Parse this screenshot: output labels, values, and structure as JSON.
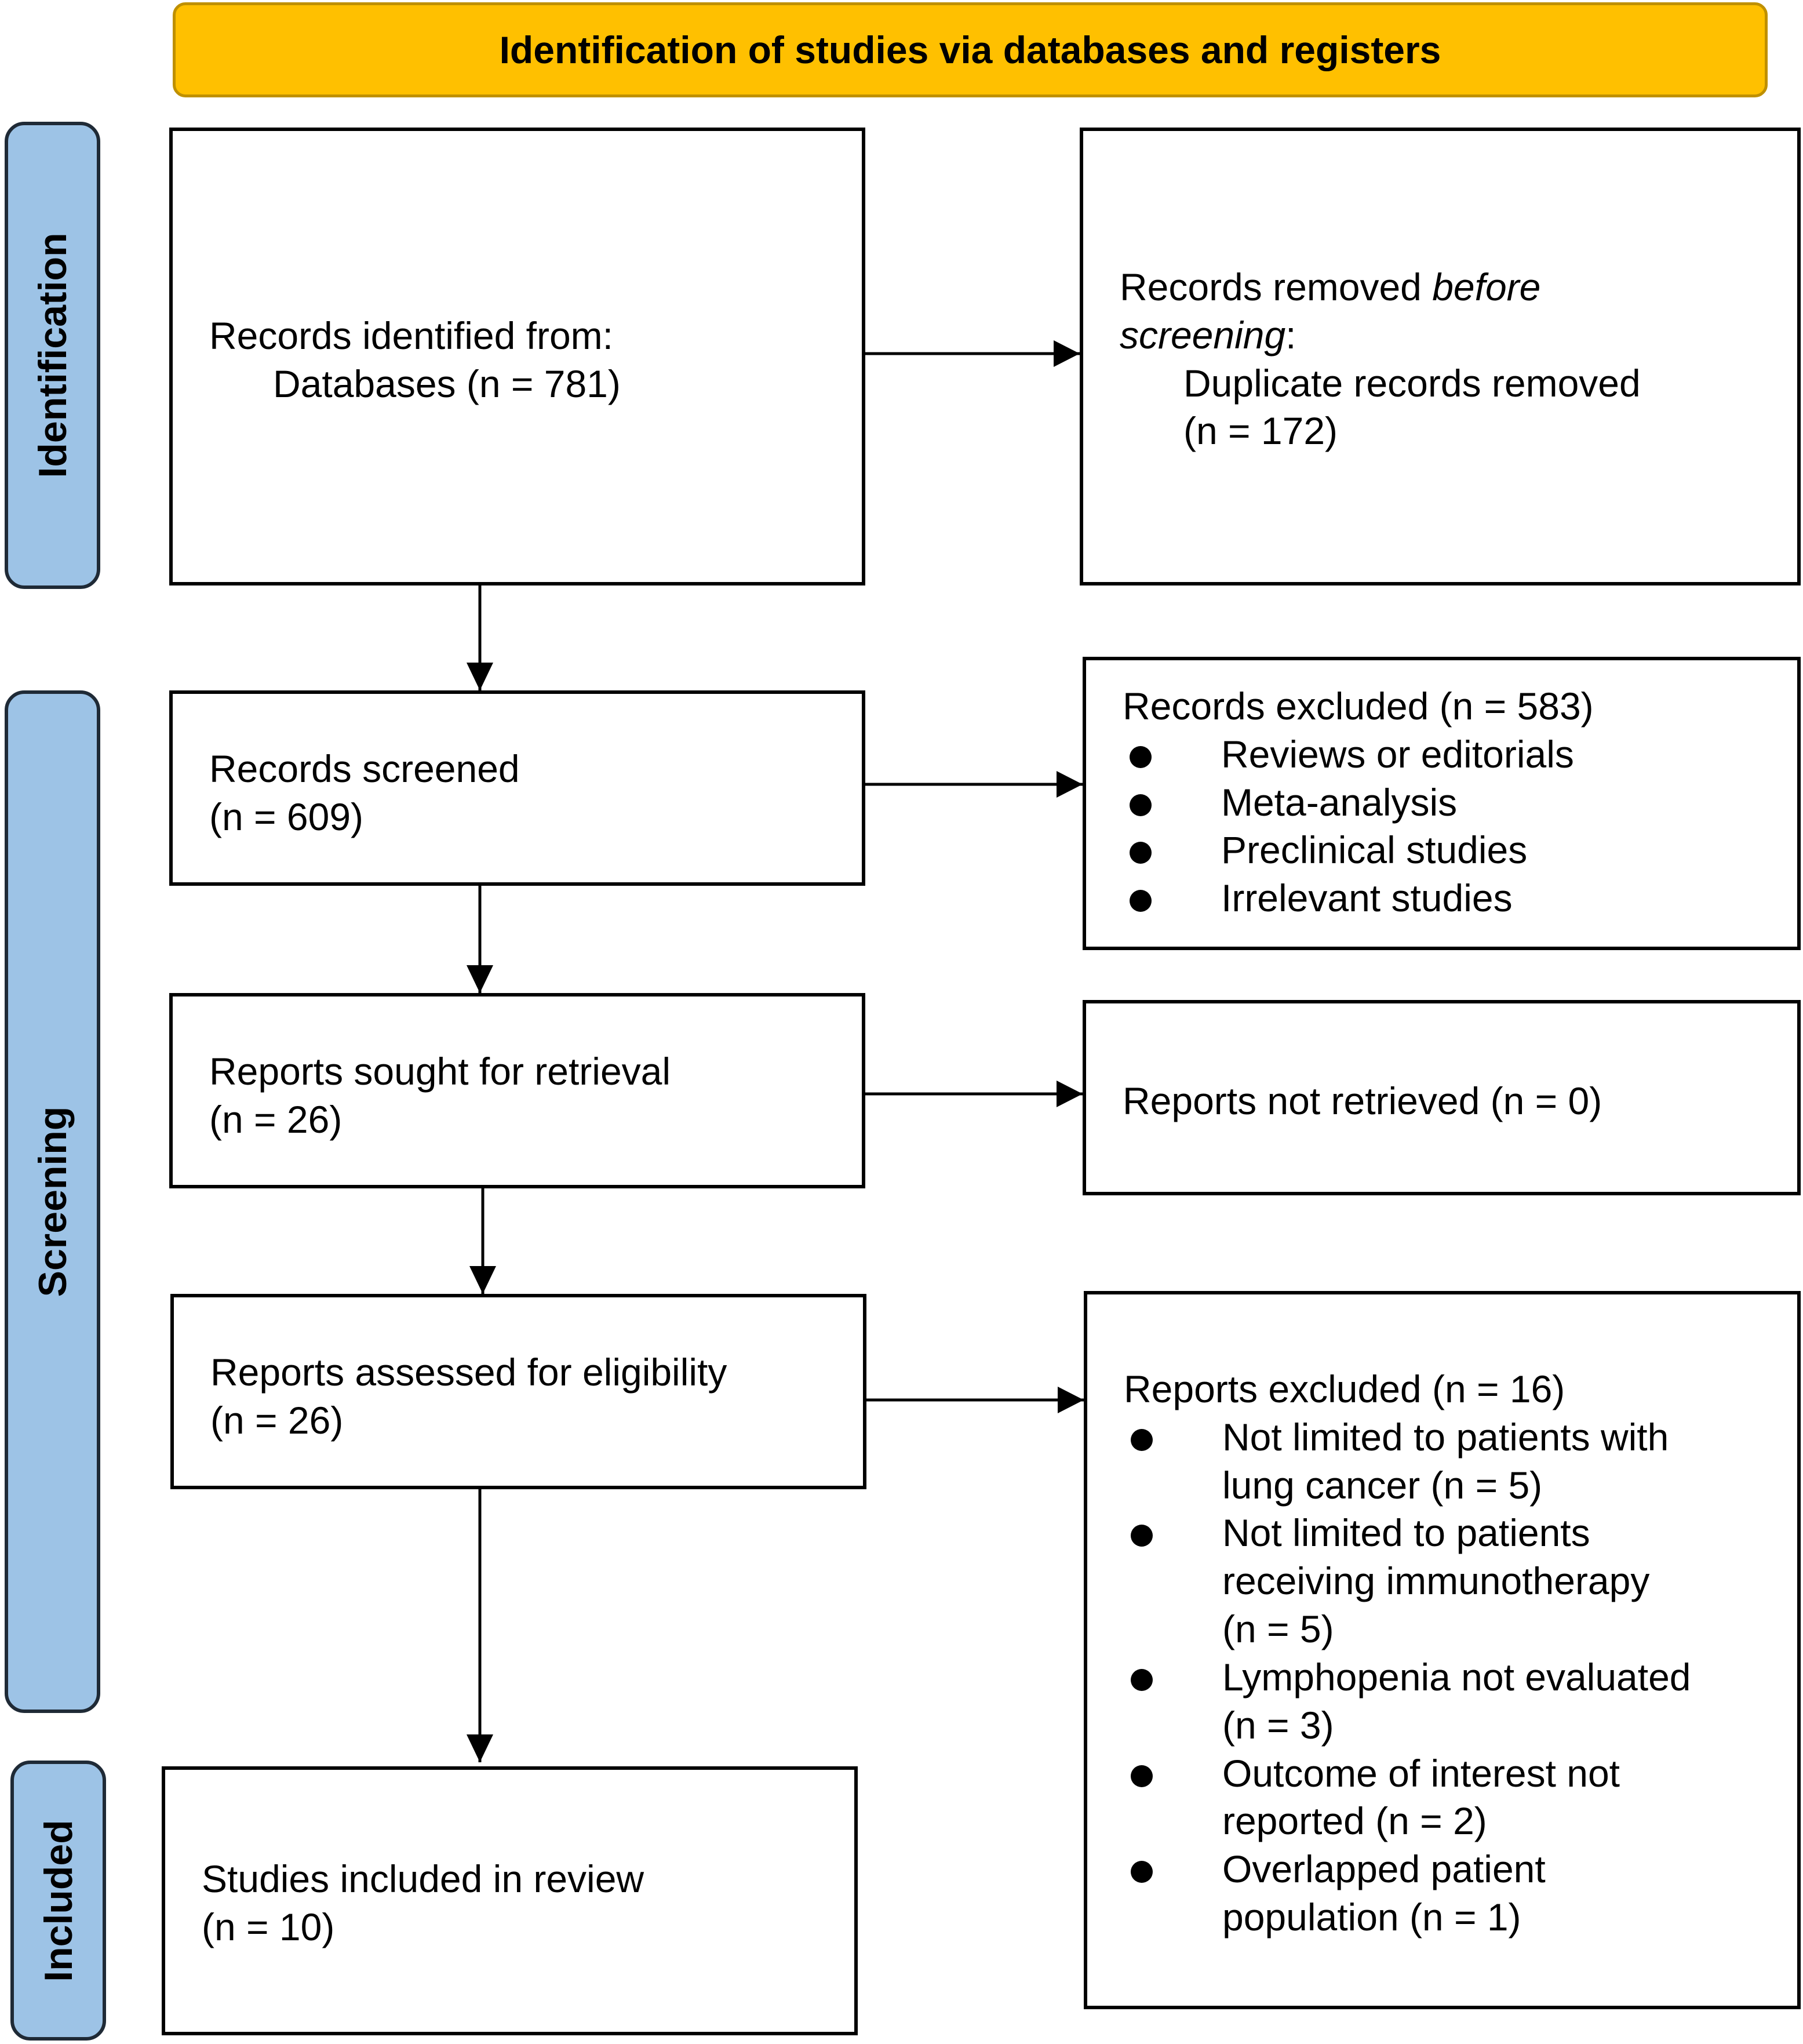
{
  "header": {
    "title": "Identification of studies via databases and registers"
  },
  "phases": {
    "identification": "Identification",
    "screening": "Screening",
    "included": "Included"
  },
  "boxes": {
    "records_identified": {
      "line1": "Records identified from:",
      "line2": "Databases (n = 781)"
    },
    "records_removed": {
      "line1_prefix": "Records removed ",
      "line1_italic": "before",
      "line2_italic": "screening",
      "line2_suffix": ":",
      "line3": "Duplicate records removed",
      "line4": "(n = 172)"
    },
    "records_screened": {
      "line1": "Records screened",
      "line2": "(n = 609)"
    },
    "records_excluded": {
      "title": "Records excluded (n = 583)",
      "items": [
        "Reviews or editorials",
        "Meta-analysis",
        "Preclinical studies",
        "Irrelevant studies"
      ]
    },
    "reports_sought": {
      "line1": "Reports sought for retrieval",
      "line2": "(n = 26)"
    },
    "reports_not_retrieved": {
      "line1": "Reports not retrieved (n = 0)"
    },
    "reports_assessed": {
      "line1": "Reports assessed for eligibility",
      "line2": "(n = 26)"
    },
    "reports_excluded": {
      "title": "Reports excluded (n = 16)",
      "items": [
        [
          "Not limited to patients with",
          "lung cancer (n = 5)"
        ],
        [
          "Not limited to patients",
          "receiving immunotherapy",
          "(n = 5)"
        ],
        [
          "Lymphopenia not evaluated",
          "(n = 3)"
        ],
        [
          "Outcome of interest not",
          "reported (n = 2)"
        ],
        [
          "Overlapped patient",
          "population (n = 1)"
        ]
      ]
    },
    "studies_included": {
      "line1": "Studies included in review",
      "line2": "(n = 10)"
    }
  },
  "colors": {
    "header_fill": "#FFC000",
    "header_border": "#BF9000",
    "phase_fill": "#9DC3E6",
    "phase_border": "#1F2A36",
    "box_border": "#000000"
  }
}
